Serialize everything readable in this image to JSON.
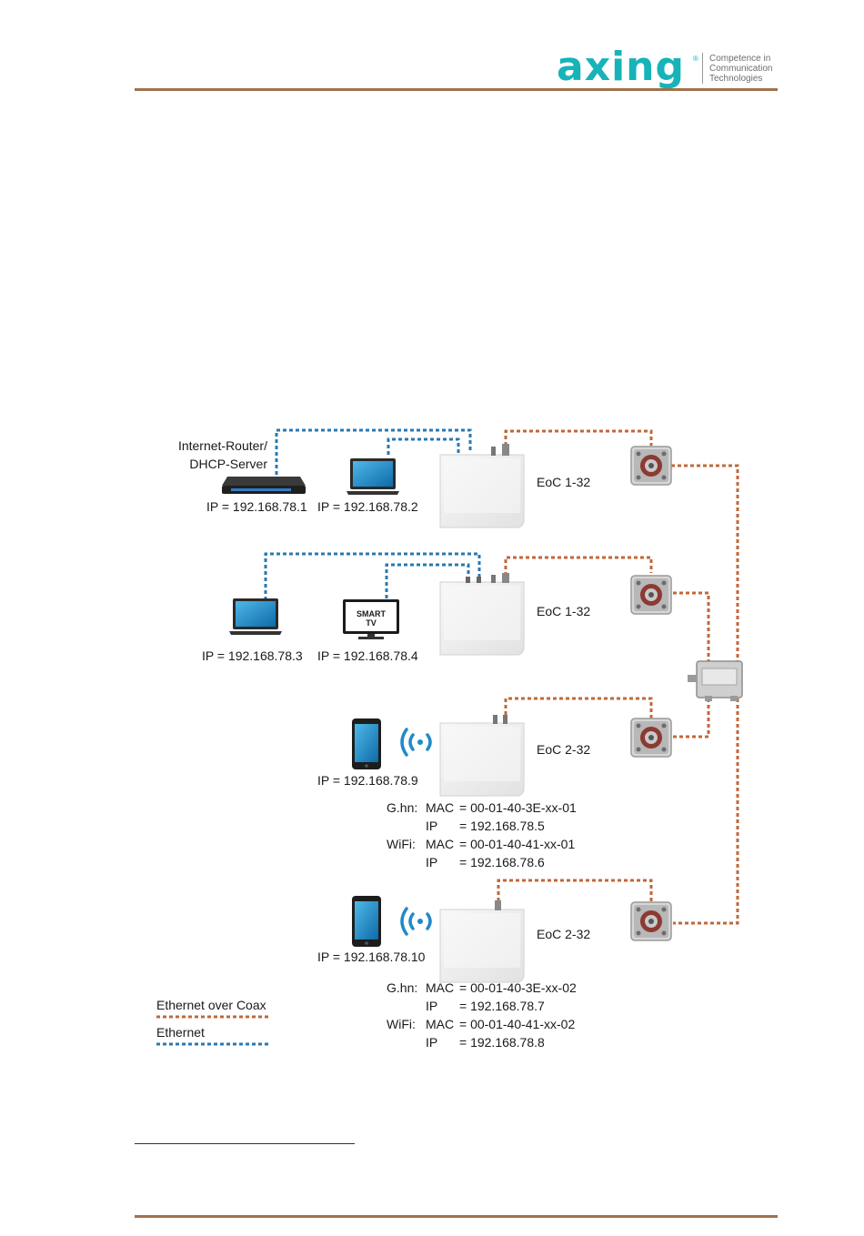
{
  "header": {
    "logo_word": "axing",
    "logo_reg": "®",
    "tagline": [
      "Competence in",
      "Communication",
      "Technologies"
    ]
  },
  "devices": {
    "router_label": [
      "Internet-Router/",
      "DHCP-Server"
    ],
    "smart_tv_label": [
      "SMART",
      "TV"
    ]
  },
  "ips": {
    "router": "IP = 192.168.78.1",
    "laptop1": "IP = 192.168.78.2",
    "laptop2": "IP = 192.168.78.3",
    "smarttv": "IP = 192.168.78.4",
    "tablet1": "IP = 192.168.78.9",
    "tablet2": "IP = 192.168.78.10"
  },
  "modems": [
    "EoC 1-32",
    "EoC 1-32",
    "EoC 2-32",
    "EoC 2-32"
  ],
  "details": [
    {
      "ghn": "G.hn:",
      "mac_key": "MAC",
      "mac_val": "= 00-01-40-3E-xx-01",
      "ip_key": "IP",
      "ip_val": "= 192.168.78.5",
      "wifi": "WiFi:",
      "wmac_val": "= 00-01-40-41-xx-01",
      "wip_val": "= 192.168.78.6"
    },
    {
      "ghn": "G.hn:",
      "mac_key": "MAC",
      "mac_val": "= 00-01-40-3E-xx-02",
      "ip_key": "IP",
      "ip_val": "= 192.168.78.7",
      "wifi": "WiFi:",
      "wmac_val": "= 00-01-40-41-xx-02",
      "wip_val": "= 192.168.78.8"
    }
  ],
  "legend": {
    "eoc": "Ethernet over Coax",
    "eth": "Ethernet"
  },
  "colors": {
    "coax": "#c0683a",
    "ethernet": "#2a78b0",
    "brand": "#17b3b8",
    "rule": "#a0714c"
  }
}
